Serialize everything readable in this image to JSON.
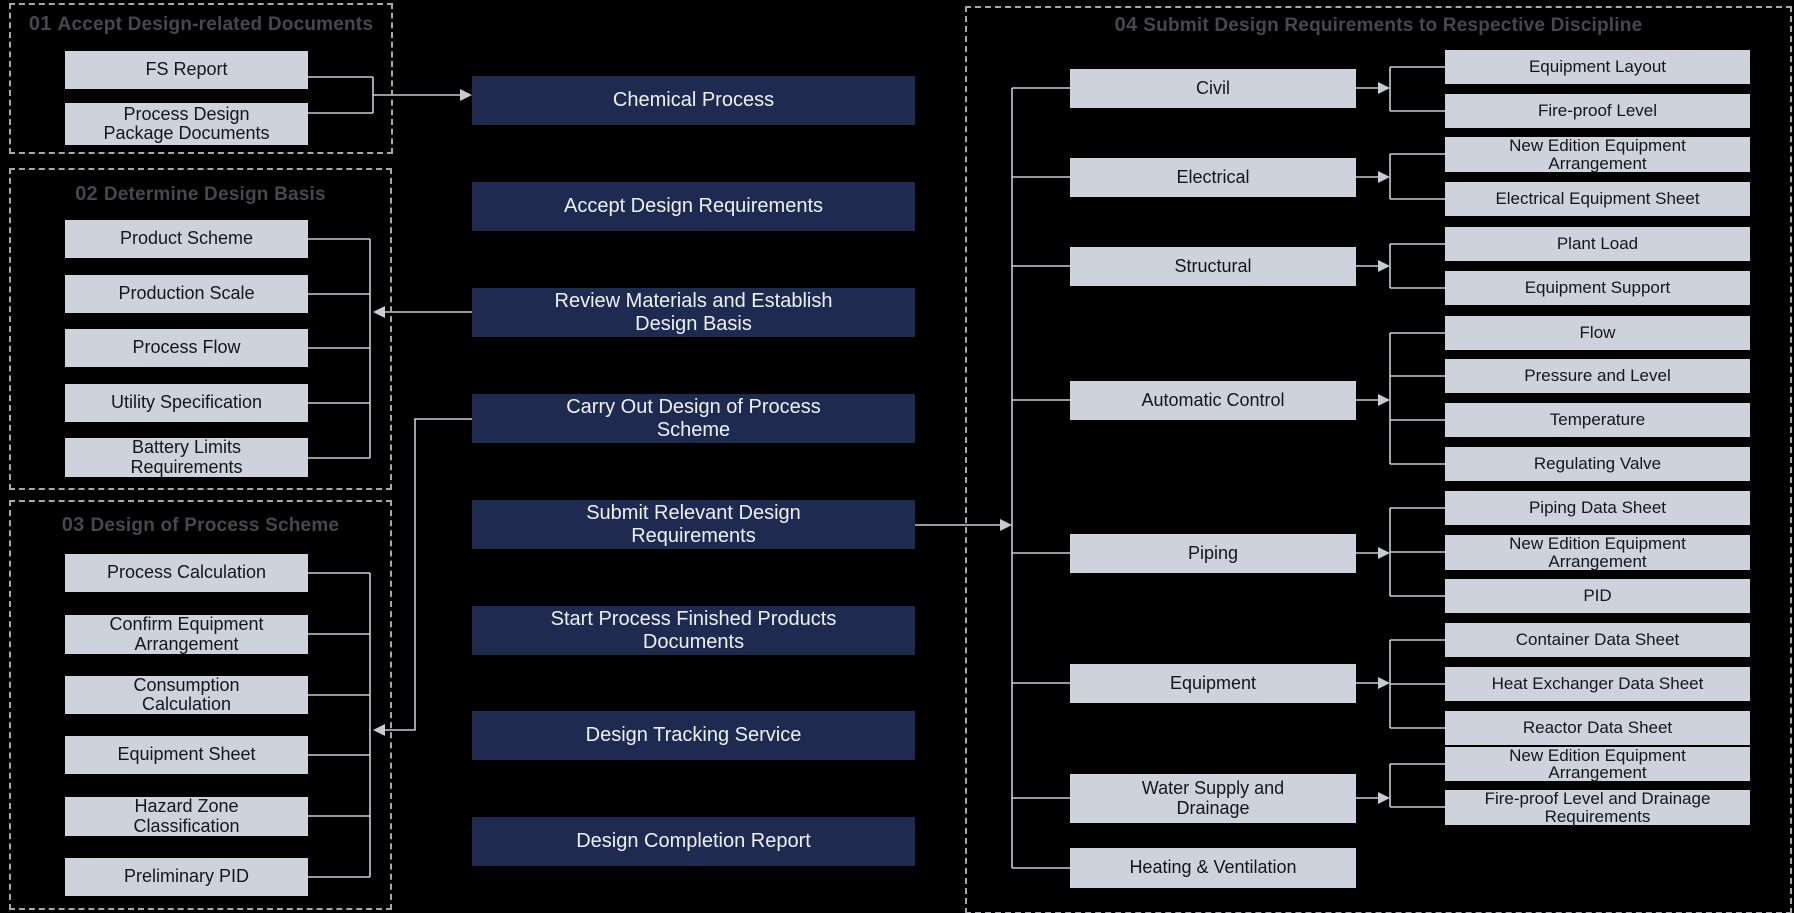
{
  "colors": {
    "background": "#000000",
    "box_navy": "#1f2a50",
    "box_gray": "#ced2dc",
    "line": "#c7cbd4",
    "dash": "#a6a8ad",
    "title": "#47484c",
    "text_dark": "#15161a",
    "text_light": "#eef0f4"
  },
  "steps": [
    "Chemical Process",
    "Accept Design Requirements",
    "Review Materials and Establish\nDesign Basis",
    "Carry Out Design of Process\nScheme",
    "Submit Relevant Design\nRequirements",
    "Start Process Finished Products\nDocuments",
    "Design Tracking Service",
    "Design Completion Report"
  ],
  "groups": [
    {
      "num": "01",
      "title": "Accept Design-related Documents",
      "items": [
        "FS Report",
        "Process Design\nPackage Documents"
      ]
    },
    {
      "num": "02",
      "title": "Determine Design Basis",
      "items": [
        "Product  Scheme",
        "Production Scale",
        "Process Flow",
        "Utility Specification",
        "Battery Limits\nRequirements"
      ]
    },
    {
      "num": "03",
      "title": "Design of Process Scheme",
      "items": [
        "Process Calculation",
        "Confirm Equipment\nArrangement",
        "Consumption\nCalculation",
        "Equipment Sheet",
        "Hazard Zone\nClassification",
        "Preliminary PID"
      ]
    },
    {
      "num": "04",
      "title": "Submit Design Requirements to Respective Discipline",
      "disciplines": [
        {
          "label": "Civil",
          "outputs": [
            "Equipment Layout",
            "Fire-proof Level"
          ]
        },
        {
          "label": "Electrical",
          "outputs": [
            "New Edition Equipment\nArrangement",
            "Electrical Equipment Sheet"
          ]
        },
        {
          "label": "Structural",
          "outputs": [
            "Plant Load",
            "Equipment Support"
          ]
        },
        {
          "label": "Automatic Control",
          "outputs": [
            "Flow",
            "Pressure and Level",
            "Temperature",
            "Regulating Valve"
          ]
        },
        {
          "label": "Piping",
          "outputs": [
            "Piping Data Sheet",
            "New Edition Equipment\nArrangement",
            "PID"
          ]
        },
        {
          "label": "Equipment",
          "outputs": [
            "Container Data Sheet",
            "Heat Exchanger Data Sheet",
            "Reactor Data Sheet"
          ]
        },
        {
          "label": "Water Supply and\nDrainage",
          "outputs": [
            "New Edition Equipment\nArrangement",
            "Fire-proof Level and Drainage\nRequirements"
          ]
        },
        {
          "label": "Heating & Ventilation",
          "outputs": []
        }
      ]
    }
  ]
}
